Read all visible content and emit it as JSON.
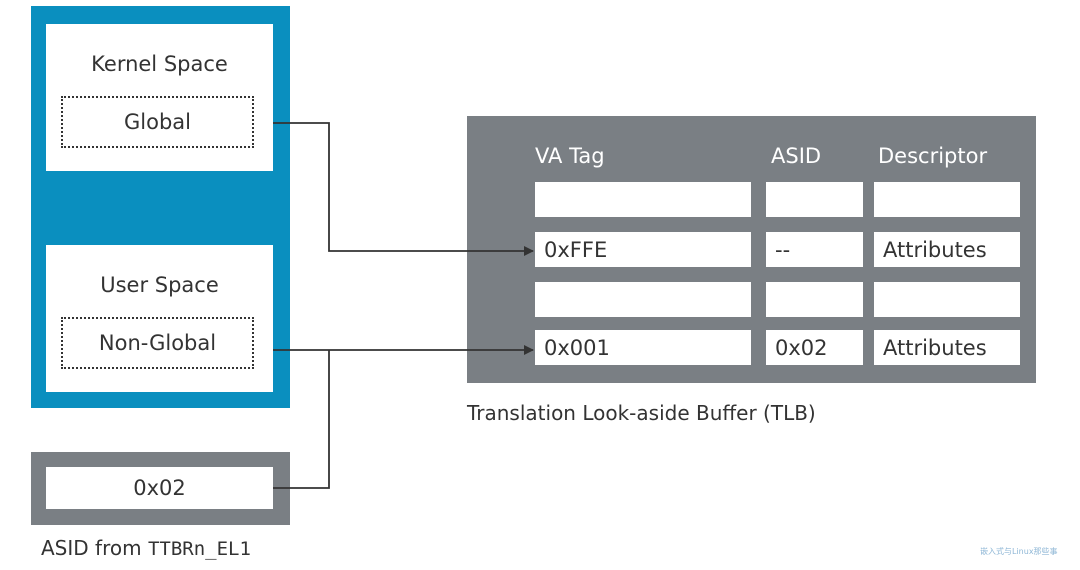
{
  "address_space": {
    "kernel": {
      "title": "Kernel Space",
      "region": "Global"
    },
    "user": {
      "title": "User Space",
      "region": "Non-Global"
    }
  },
  "asid_register": {
    "value": "0x02",
    "caption_prefix": "ASID from ",
    "caption_register": "TTBRn_EL1"
  },
  "tlb": {
    "caption": "Translation Look-aside Buffer (TLB)",
    "headers": [
      "VA Tag",
      "ASID",
      "Descriptor"
    ],
    "rows": [
      [
        "",
        "",
        ""
      ],
      [
        "0xFFE",
        "--",
        "Attributes"
      ],
      [
        "",
        "",
        ""
      ],
      [
        "0x001",
        "0x02",
        "Attributes"
      ]
    ]
  },
  "watermark": "嵌入式与Linux那些事",
  "colors": {
    "panel_blue": "#0a8fbf",
    "panel_gray": "#7a7f84",
    "line": "#333333"
  }
}
